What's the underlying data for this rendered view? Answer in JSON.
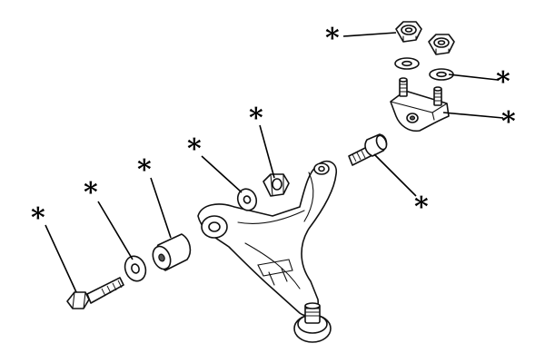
{
  "callouts": [
    {
      "id": "bolt",
      "marker": "*"
    },
    {
      "id": "washer-left",
      "marker": "*"
    },
    {
      "id": "bush-left",
      "marker": "*"
    },
    {
      "id": "washer-mid",
      "marker": "*"
    },
    {
      "id": "nut-mid",
      "marker": "*"
    },
    {
      "id": "rear-bush",
      "marker": "*"
    },
    {
      "id": "nut-top-left",
      "marker": "*"
    },
    {
      "id": "washer-right",
      "marker": "*"
    },
    {
      "id": "bracket",
      "marker": "*"
    }
  ]
}
